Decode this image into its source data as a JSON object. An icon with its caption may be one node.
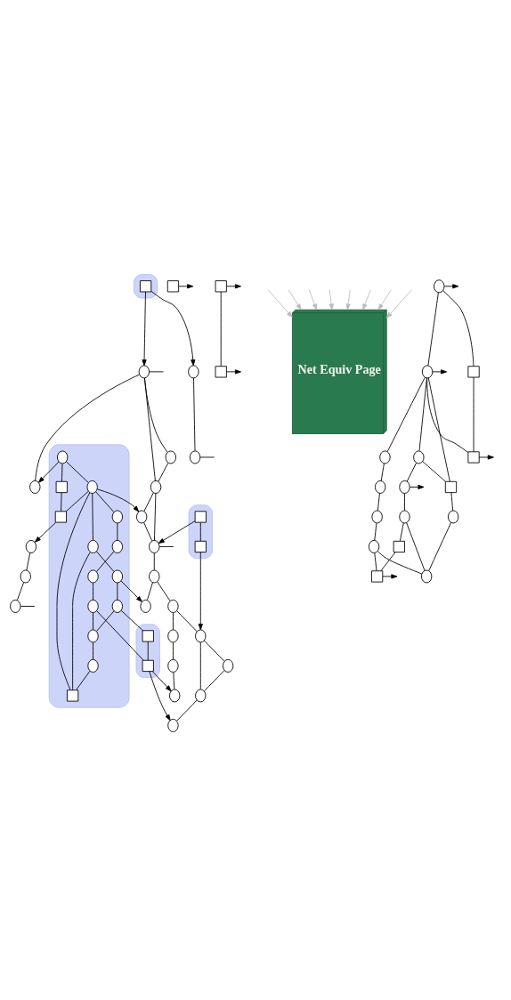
{
  "diagram": {
    "nodes": [
      {
        "text": [],
        "shape": "ellipse"
      },
      {
        "text": [],
        "shape": "box",
        "in": 0
      },
      {
        "text": [],
        "shape": "circle"
      },
      {
        "text": [],
        "shape": "circle"
      },
      {
        "text": [],
        "shape": "circle"
      },
      {
        "text": [],
        "shape": "circle"
      },
      {
        "text": [],
        "shape": "circle"
      },
      {
        "text": [],
        "shape": "circle"
      },
      {
        "text": [],
        "shape": "circle"
      },
      {
        "text": [],
        "shape": "ellipse"
      },
      {
        "text": [],
        "shape": "box",
        "in": 9
      },
      {
        "text": [],
        "shape": "box",
        "in": 9
      },
      {
        "text": [],
        "shape": "circle"
      },
      {
        "text": [],
        "shape": "circle"
      },
      {
        "text": [],
        "shape": "circle"
      },
      {
        "text": [],
        "shape": "circle"
      },
      {
        "text": [],
        "shape": "circle"
      },
      {
        "text": [],
        "shape": "circle"
      },
      {
        "text": [],
        "shape": "circle"
      },
      {
        "text": [],
        "shape": "circle"
      },
      {
        "text": [],
        "shape": "circle"
      },
      {
        "text": [],
        "shape": "circle"
      },
      {
        "text": [],
        "shape": "circle"
      },
      {
        "text": [],
        "shape": "ellipse"
      },
      {
        "text": [],
        "shape": "circle",
        "in": 23
      },
      {
        "text": [],
        "shape": "box",
        "in": 23
      },
      {
        "text": [],
        "shape": "circle",
        "in": 23
      },
      {
        "text": [],
        "shape": "circle",
        "in": 23
      },
      {
        "text": [],
        "shape": "circle",
        "in": 23
      },
      {
        "text": [],
        "shape": "box",
        "in": 23
      },
      {
        "text": [],
        "shape": "box",
        "in": 23
      },
      {
        "text": [],
        "shape": "circle",
        "in": 23
      },
      {
        "text": [],
        "shape": "circle",
        "in": 23
      },
      {
        "text": [],
        "shape": "circle",
        "in": 23
      },
      {
        "text": [],
        "shape": "circle",
        "in": 23
      },
      {
        "text": [],
        "shape": "circle",
        "in": 23
      },
      {
        "text": [],
        "shape": "circle",
        "in": 23
      },
      {
        "text": [],
        "shape": "circle",
        "in": 23
      },
      {
        "text": [],
        "shape": "ellipse"
      },
      {
        "text": [],
        "shape": "box",
        "in": 38
      },
      {
        "text": [],
        "shape": "box",
        "in": 38
      },
      {
        "text": [],
        "shape": "circle"
      },
      {
        "text": [],
        "shape": "circle"
      },
      {
        "text": [],
        "shape": "circle"
      },
      {
        "text": [],
        "shape": "box"
      },
      {
        "text": [],
        "shape": "box"
      },
      {
        "text": [],
        "shape": "box"
      },
      {
        "text": [
          "Net Equiv Page"
        ]
      },
      {
        "text": [],
        "shape": "circle"
      },
      {
        "text": [],
        "shape": "box"
      },
      {
        "text": [],
        "shape": "circle"
      },
      {
        "text": [],
        "shape": "circle"
      },
      {
        "text": [],
        "shape": "circle"
      },
      {
        "text": [],
        "shape": "box"
      },
      {
        "text": [],
        "shape": "box"
      },
      {
        "text": [],
        "shape": "circle"
      },
      {
        "text": [],
        "shape": "circle"
      },
      {
        "text": [],
        "shape": "circle"
      },
      {
        "text": [],
        "shape": "box"
      },
      {
        "text": [],
        "shape": "circle"
      },
      {
        "text": [],
        "shape": "box"
      },
      {
        "text": [],
        "shape": "circle"
      },
      {
        "text": [],
        "shape": "circle"
      },
      {
        "text": [],
        "shape": "circle"
      }
    ],
    "edges": [
      {
        "from": 1,
        "to": 2,
        "arrow": "to"
      },
      {
        "from": 1,
        "to": 4,
        "arrow": "to"
      },
      {
        "from": 2,
        "to": null,
        "arrow": "none"
      },
      {
        "from": 2,
        "to": 3,
        "arrow": "none"
      },
      {
        "from": 4,
        "to": 5,
        "arrow": "none"
      },
      {
        "from": 5,
        "to": null,
        "arrow": "none"
      },
      {
        "from": 2,
        "to": 7,
        "arrow": "none"
      },
      {
        "from": 2,
        "to": 6,
        "arrow": "none"
      },
      {
        "from": 6,
        "to": 7,
        "arrow": "none"
      },
      {
        "from": 7,
        "to": 8,
        "arrow": "none"
      },
      {
        "from": 7,
        "to": 12,
        "arrow": "none"
      },
      {
        "from": 8,
        "to": null,
        "arrow": "none"
      },
      {
        "from": 12,
        "to": 8,
        "arrow": "none"
      },
      {
        "from": 8,
        "to": 13,
        "arrow": "none"
      },
      {
        "from": 10,
        "to": 8,
        "arrow": "to"
      },
      {
        "from": 10,
        "to": 11,
        "arrow": "none"
      },
      {
        "from": 11,
        "to": 15,
        "arrow": "to"
      },
      {
        "from": 13,
        "to": 14,
        "arrow": "none"
      },
      {
        "from": 13,
        "to": 17,
        "arrow": "none"
      },
      {
        "from": 14,
        "to": 15,
        "arrow": "none"
      },
      {
        "from": 14,
        "to": 16,
        "arrow": "none"
      },
      {
        "from": 15,
        "to": 18,
        "arrow": "none"
      },
      {
        "from": 15,
        "to": 19,
        "arrow": "none"
      },
      {
        "from": 18,
        "to": 19,
        "arrow": "none"
      },
      {
        "from": 19,
        "to": 22,
        "arrow": "none"
      },
      {
        "from": 16,
        "to": 20,
        "arrow": "none"
      },
      {
        "from": 20,
        "to": 21,
        "arrow": "none"
      },
      {
        "from": 40,
        "to": 22,
        "arrow": "to"
      },
      {
        "from": 40,
        "to": 21,
        "arrow": "to"
      },
      {
        "from": 27,
        "to": 17,
        "arrow": "to"
      },
      {
        "from": 24,
        "to": 3,
        "arrow": "to"
      },
      {
        "from": 24,
        "to": 25,
        "arrow": "none"
      },
      {
        "from": 25,
        "to": 30,
        "arrow": "none"
      },
      {
        "from": 24,
        "to": 28,
        "arrow": "none"
      },
      {
        "from": 28,
        "to": 12,
        "arrow": "to"
      },
      {
        "from": 28,
        "to": 26,
        "arrow": "none"
      },
      {
        "from": 26,
        "to": 27,
        "arrow": "none"
      },
      {
        "from": 26,
        "to": 29,
        "arrow": "none"
      },
      {
        "from": 28,
        "to": 29,
        "arrow": "none"
      },
      {
        "from": 28,
        "to": 30,
        "arrow": "none"
      },
      {
        "from": 28,
        "to": 31,
        "arrow": "none"
      },
      {
        "from": 30,
        "to": 41,
        "arrow": "to"
      },
      {
        "from": 41,
        "to": 42,
        "arrow": "none"
      },
      {
        "from": 42,
        "to": 43,
        "arrow": "none"
      },
      {
        "from": 43,
        "to": null,
        "arrow": "none"
      },
      {
        "from": 31,
        "to": 35,
        "arrow": "none"
      },
      {
        "from": 35,
        "to": 37,
        "arrow": "none"
      },
      {
        "from": 37,
        "to": 36,
        "arrow": "none"
      },
      {
        "from": 36,
        "to": 34,
        "arrow": "none"
      },
      {
        "from": 34,
        "to": 33,
        "arrow": "none"
      },
      {
        "from": 33,
        "to": 29,
        "arrow": "none"
      },
      {
        "from": 36,
        "to": 40,
        "arrow": "none"
      },
      {
        "from": 27,
        "to": 32,
        "arrow": "none"
      },
      {
        "from": 32,
        "to": 34,
        "arrow": "none"
      },
      {
        "from": 32,
        "to": 39,
        "arrow": "none"
      },
      {
        "from": 39,
        "to": 40,
        "arrow": "none"
      },
      {
        "from": 44,
        "to": null,
        "arrow": "to"
      },
      {
        "from": 45,
        "to": null,
        "arrow": "to"
      },
      {
        "from": 45,
        "to": 46,
        "arrow": "none"
      },
      {
        "from": 46,
        "to": null,
        "arrow": "to"
      },
      {
        "from": 48,
        "to": null,
        "arrow": "to"
      },
      {
        "from": 48,
        "to": 49,
        "arrow": "none"
      },
      {
        "from": 49,
        "to": 54,
        "arrow": "none"
      },
      {
        "from": 48,
        "to": 52,
        "arrow": "none"
      },
      {
        "from": 52,
        "to": null,
        "arrow": "to"
      },
      {
        "from": 52,
        "to": 50,
        "arrow": "none"
      },
      {
        "from": 50,
        "to": 51,
        "arrow": "none"
      },
      {
        "from": 51,
        "to": null,
        "arrow": "to"
      },
      {
        "from": 52,
        "to": 54,
        "arrow": "none"
      },
      {
        "from": 54,
        "to": null,
        "arrow": "to"
      },
      {
        "from": 52,
        "to": 53,
        "arrow": "none"
      },
      {
        "from": 50,
        "to": 53,
        "arrow": "none"
      },
      {
        "from": 52,
        "to": 55,
        "arrow": "none"
      },
      {
        "from": 53,
        "to": 57,
        "arrow": "none"
      },
      {
        "from": 57,
        "to": 59,
        "arrow": "none"
      },
      {
        "from": 51,
        "to": 56,
        "arrow": "none"
      },
      {
        "from": 56,
        "to": 59,
        "arrow": "none"
      },
      {
        "from": 56,
        "to": 58,
        "arrow": "none"
      },
      {
        "from": 58,
        "to": 60,
        "arrow": "none"
      },
      {
        "from": 60,
        "to": null,
        "arrow": "to"
      },
      {
        "from": 55,
        "to": 61,
        "arrow": "none"
      },
      {
        "from": 61,
        "to": 63,
        "arrow": "none"
      },
      {
        "from": 63,
        "to": 62,
        "arrow": "none"
      },
      {
        "from": 62,
        "to": 59,
        "arrow": "none"
      },
      {
        "from": 62,
        "to": 60,
        "arrow": "none"
      },
      {
        "from": null,
        "to": 47,
        "arrow": "to",
        "color": "#bbbbbb"
      },
      {
        "from": null,
        "to": 47,
        "arrow": "to",
        "color": "#bbbbbb"
      },
      {
        "from": null,
        "to": 47,
        "arrow": "to",
        "color": "#bbbbbb"
      },
      {
        "from": null,
        "to": 47,
        "arrow": "to",
        "color": "#bbbbbb"
      },
      {
        "from": null,
        "to": 47,
        "arrow": "to",
        "color": "#bbbbbb"
      },
      {
        "from": null,
        "to": 47,
        "arrow": "to",
        "color": "#bbbbbb"
      },
      {
        "from": null,
        "to": 47,
        "arrow": "to",
        "color": "#bbbbbb"
      },
      {
        "from": null,
        "to": 47,
        "arrow": "to",
        "color": "#bbbbbb"
      }
    ]
  }
}
